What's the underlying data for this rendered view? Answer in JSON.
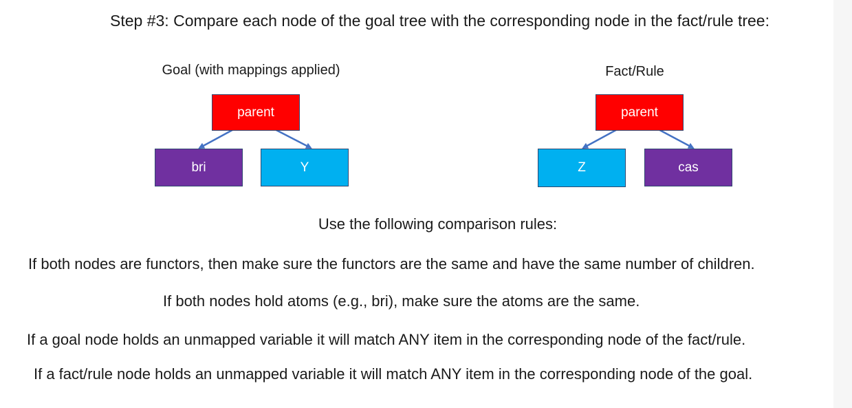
{
  "heading": "Step #3: Compare each node of the goal tree with the corresponding node in the fact/rule tree:",
  "goal_tree": {
    "caption": "Goal (with mappings applied)",
    "root": "parent",
    "left_child": "bri",
    "right_child": "Y"
  },
  "fact_tree": {
    "caption": "Fact/Rule",
    "root": "parent",
    "left_child": "Z",
    "right_child": "cas"
  },
  "rules_title": "Use the following comparison rules:",
  "rules": [
    "If both nodes are functors, then make sure the functors are the same and have the same number of children.",
    "If both nodes hold atoms (e.g., bri), make sure the atoms are the same.",
    "If a goal node holds an unmapped variable it will match ANY item in the corresponding node of the fact/rule.",
    "If a fact/rule node holds an unmapped variable it will match ANY item in the corresponding node of the goal."
  ],
  "colors": {
    "functor_node": "#ff0000",
    "atom_node": "#7030a0",
    "variable_node": "#00b0f0",
    "edge": "#4472c4"
  }
}
